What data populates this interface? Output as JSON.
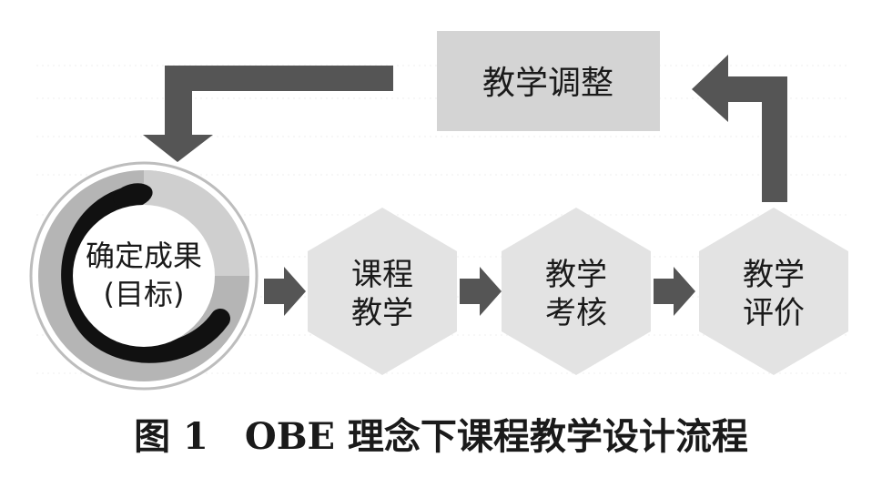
{
  "nodes": {
    "outcome": {
      "line1": "确定成果",
      "line2": "(目标)"
    },
    "course_teaching": {
      "line1": "课程",
      "line2": "教学"
    },
    "assessment": {
      "line1": "教学",
      "line2": "考核"
    },
    "evaluation": {
      "line1": "教学",
      "line2": "评价"
    },
    "adjustment": {
      "label": "教学调整"
    }
  },
  "caption": {
    "label": "图 1",
    "text": "OBE 理念下课程教学设计流程"
  },
  "colors": {
    "arrow": "#555555",
    "hexagon": "#e3e3e3",
    "adjust_box": "#d4d4d4",
    "ring_outer": "#c8c8c8",
    "ring_mid": "#9a9a9a",
    "brush": "#111111",
    "text": "#1a1a1a"
  }
}
